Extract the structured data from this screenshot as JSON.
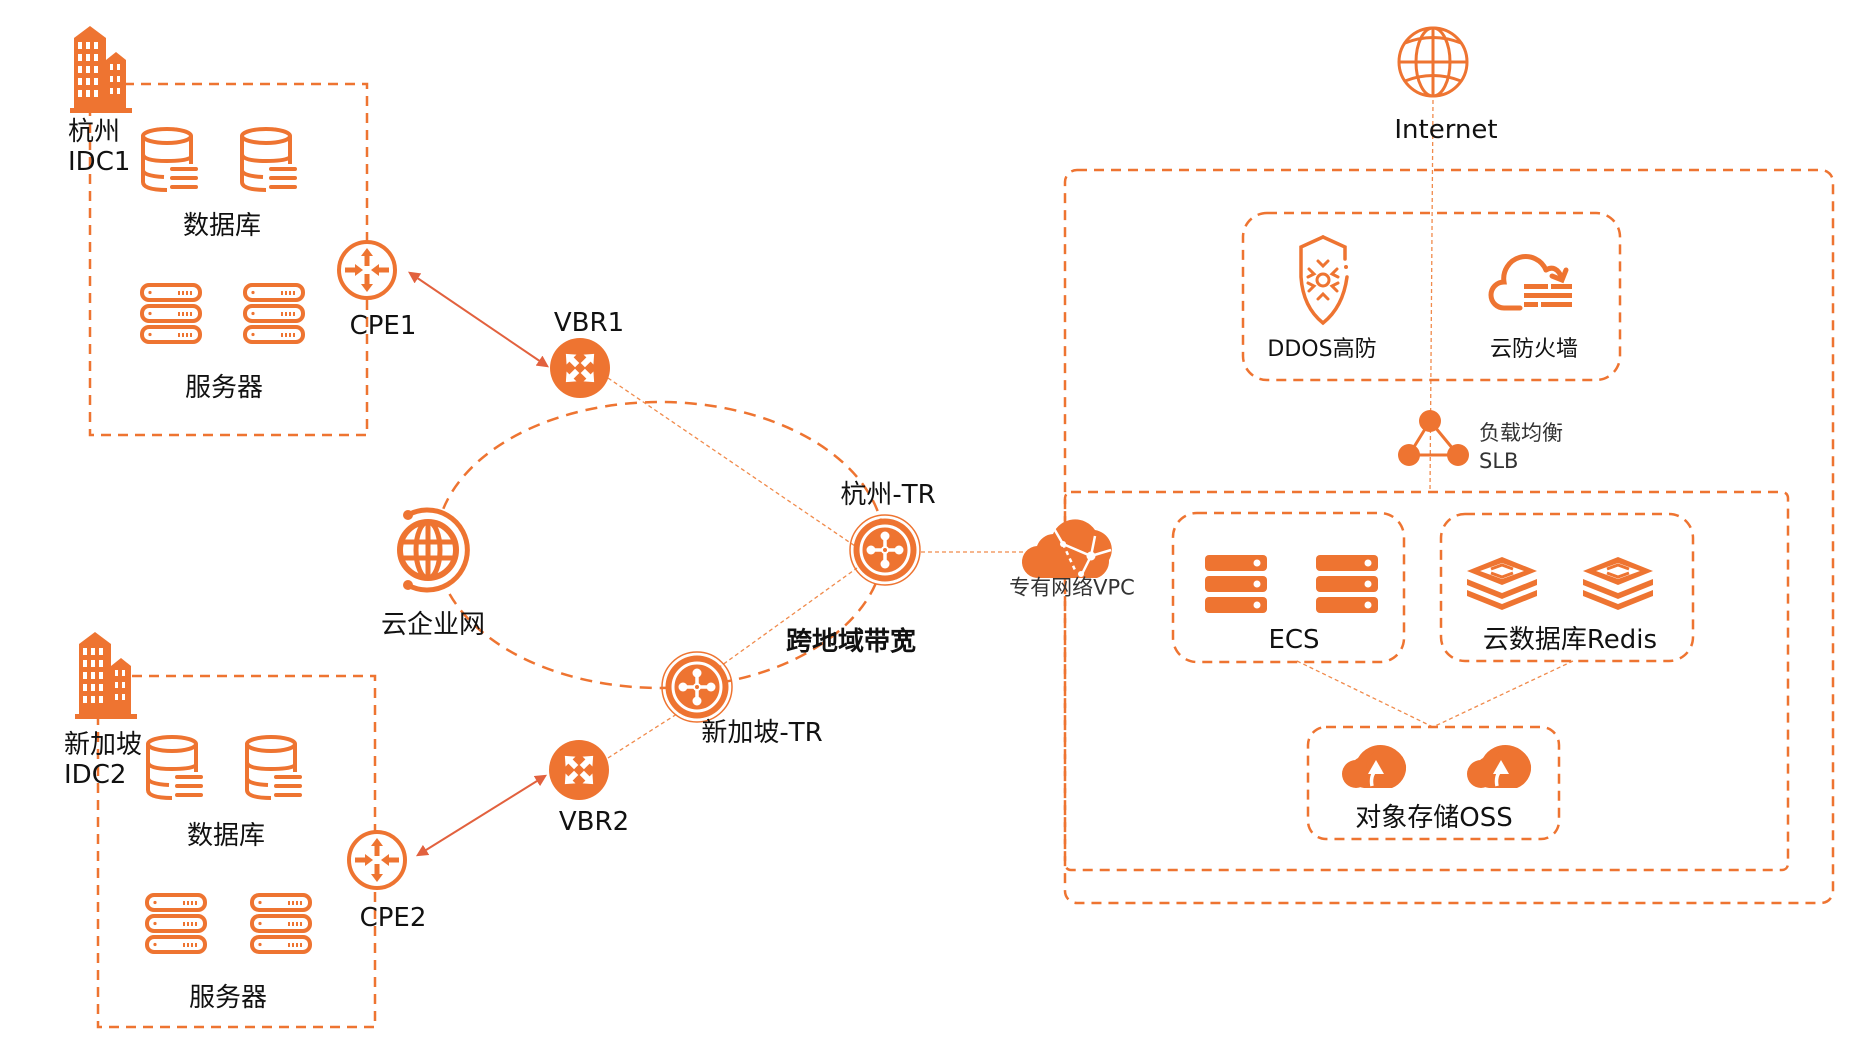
{
  "colors": {
    "accent": "#EE7431",
    "accent_light": "#F3A06F",
    "link_arrow": "#E2613E",
    "text": "#111111"
  },
  "idc1": {
    "city": "杭州",
    "name": "IDC1",
    "database_label": "数据库",
    "server_label": "服务器",
    "cpe_label": "CPE1",
    "vbr_label": "VBR1"
  },
  "idc2": {
    "city": "新加坡",
    "name": "IDC2",
    "database_label": "数据库",
    "server_label": "服务器",
    "cpe_label": "CPE2",
    "vbr_label": "VBR2"
  },
  "cen": {
    "label": "云企业网",
    "tr_hangzhou": "杭州-TR",
    "tr_singapore": "新加坡-TR",
    "bandwidth_label": "跨地域带宽"
  },
  "cloud": {
    "internet_label": "Internet",
    "vpc_label": "专有网络VPC",
    "ddos_label": "DDOS高防",
    "firewall_label": "云防火墙",
    "slb_label_cn": "负载均衡",
    "slb_label_en": "SLB",
    "ecs_label": "ECS",
    "redis_label": "云数据库Redis",
    "oss_label": "对象存储OSS"
  },
  "icons": {
    "building": "building-icon",
    "database": "database-icon",
    "server": "server-icon",
    "router": "router-icon",
    "vbr": "vbr-icon",
    "cen": "cen-globe-icon",
    "transit_router": "transit-router-icon",
    "vpc": "vpc-cloud-icon",
    "internet": "globe-icon",
    "ddos": "shield-icon",
    "firewall": "cloud-firewall-icon",
    "slb": "load-balancer-icon",
    "ecs": "ecs-server-icon",
    "redis": "redis-icon",
    "oss": "oss-cloud-icon"
  }
}
